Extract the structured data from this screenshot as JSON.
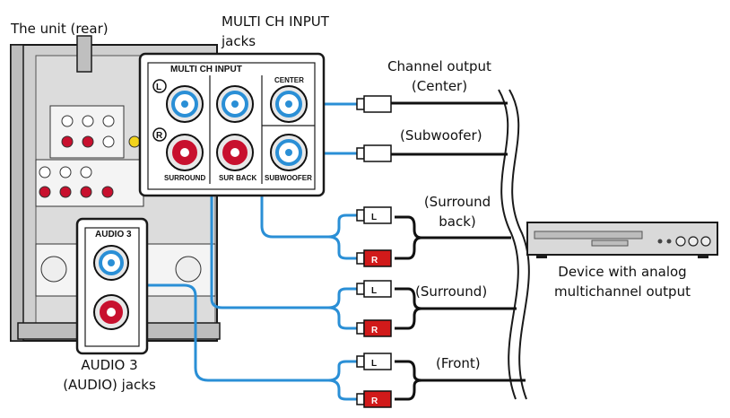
{
  "labels": {
    "unit_rear": "The unit (rear)",
    "multi_ch_input_jacks_line1": "MULTI CH INPUT",
    "multi_ch_input_jacks_line2": "jacks",
    "channel_output_line1": "Channel output",
    "channel_output_line2": "(Center)",
    "subwoofer": "(Subwoofer)",
    "surround_back_line1": "(Surround",
    "surround_back_line2": "back)",
    "surround": "(Surround)",
    "front": "(Front)",
    "device_line1": "Device with analog",
    "device_line2": "multichannel output",
    "audio3_jacks_line1": "AUDIO 3",
    "audio3_jacks_line2": "(AUDIO) jacks"
  },
  "panel": {
    "title": "MULTI CH INPUT",
    "left_marker": "L",
    "right_marker": "R",
    "center": "CENTER",
    "surround": "SURROUND",
    "sur_back": "SUR BACK",
    "subwoofer": "SUBWOOFER"
  },
  "audio3_panel": {
    "title": "AUDIO 3"
  },
  "plug_markers": {
    "white": "L",
    "red": "R"
  },
  "colors": {
    "cable_blue": "#2a8fd6",
    "jack_red": "#c8102e",
    "plug_red": "#d11a1a",
    "panel_gray": "#d9d9d9",
    "outline": "#1a1a1a"
  }
}
